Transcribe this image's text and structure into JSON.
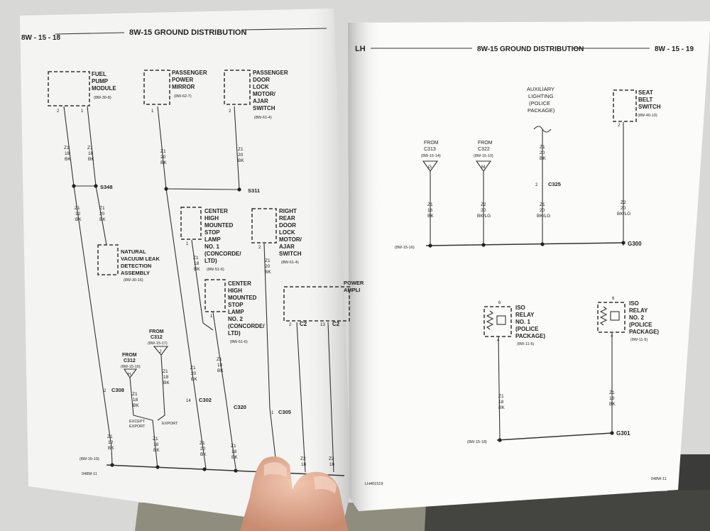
{
  "left_page": {
    "page_number": "8W - 15 - 18",
    "title": "8W-15 GROUND DISTRIBUTION",
    "footer_code": "048W-11",
    "footer_ref": "(8W-15-19)",
    "components": {
      "fuel_pump": {
        "l1": "FUEL",
        "l2": "PUMP",
        "l3": "MODULE",
        "ref": "(8W-30-8)"
      },
      "pass_mirror": {
        "l1": "PASSENGER",
        "l2": "POWER",
        "l3": "MIRROR",
        "ref": "(8W-62-7)"
      },
      "pass_door_lock": {
        "l1": "PASSENGER",
        "l2": "DOOR",
        "l3": "LOCK",
        "l4": "MOTOR/",
        "l5": "AJAR",
        "l6": "SWITCH",
        "ref": "(8W-61-4)"
      },
      "nvld": {
        "l1": "NATURAL",
        "l2": "VACUUM LEAK",
        "l3": "DETECTION",
        "l4": "ASSEMBLY",
        "ref": "(8W-30-16)"
      },
      "chmsl1": {
        "l1": "CENTER",
        "l2": "HIGH",
        "l3": "MOUNTED",
        "l4": "STOP",
        "l5": "LAMP",
        "l6": "NO. 1",
        "l7": "(CONCORDE/",
        "l8": "LTD)",
        "ref": "(8W-51-6)"
      },
      "chmsl2": {
        "l1": "CENTER",
        "l2": "HIGH",
        "l3": "MOUNTED",
        "l4": "STOP",
        "l5": "LAMP",
        "l6": "NO. 2",
        "l7": "(CONCORDE/",
        "l8": "LTD)",
        "ref": "(8W-51-6)"
      },
      "rr_door_lock": {
        "l1": "RIGHT",
        "l2": "REAR",
        "l3": "DOOR",
        "l4": "LOCK",
        "l5": "MOTOR/",
        "l6": "AJAR",
        "l7": "SWITCH",
        "ref": "(8W-61-4)"
      },
      "power_amp": {
        "l1": "POWER",
        "l2": "AMPLI"
      }
    },
    "splices": {
      "s348": "S348",
      "s311": "S311"
    },
    "connectors": {
      "c308": "C308",
      "c302": "C302",
      "c320": "C320",
      "c305": "C305",
      "c2a": "C2",
      "c2b": "C2",
      "c312": "C312"
    },
    "from_blocks": {
      "from1": {
        "label": "FROM",
        "conn": "C312",
        "ref": "(8W-15-16)",
        "pin": "H"
      },
      "from2": {
        "label": "FROM",
        "conn": "C312",
        "ref": "(8W-15-17)",
        "pin": "J"
      }
    },
    "export": {
      "except": "EXCEPT",
      "export_a": "EXPORT",
      "export_b": "EXPORT"
    },
    "wires": {
      "w_z1": "Z1",
      "w_z2": "Z2",
      "g12": "12",
      "g18": "18",
      "g20": "20",
      "g16": "16",
      "bk": "BK",
      "bklg": "BK/LG"
    },
    "pins": {
      "p2": "2",
      "p1": "1",
      "p14": "14",
      "p13": "13"
    }
  },
  "right_page": {
    "side_label": "LH",
    "title": "8W-15 GROUND DISTRIBUTION",
    "page_number": "8W - 15 - 19",
    "footer_code": "048W-11",
    "footer_ref": "LH401519",
    "components": {
      "aux_lighting": {
        "l1": "AUXILIARY",
        "l2": "LIGHTING",
        "l3": "(POLICE",
        "l4": "PACKAGE)"
      },
      "seat_belt": {
        "l1": "SEAT",
        "l2": "BELT",
        "l3": "SWITCH",
        "ref": "(8W-40-10)"
      },
      "iso_relay1": {
        "l1": "ISO",
        "l2": "RELAY",
        "l3": "NO. 1",
        "l4": "(POLICE",
        "l5": "PACKAGE)",
        "ref": "(8W-11-5)"
      },
      "iso_relay2": {
        "l1": "ISO",
        "l2": "RELAY",
        "l3": "NO. 2",
        "l4": "(POLICE",
        "l5": "PACKAGE)",
        "ref": "(8W-11-5)"
      }
    },
    "from_blocks": {
      "from1": {
        "label": "FROM",
        "conn": "C313",
        "ref": "(8W-15-14)",
        "pin": "G"
      },
      "from2": {
        "label": "FROM",
        "conn": "C322",
        "ref": "(8W-15-10)",
        "pin": "M"
      }
    },
    "connectors": {
      "c325": "C325"
    },
    "grounds": {
      "g300": "G300",
      "g301": "G301"
    },
    "refs": {
      "r1": "(8W-15-16)",
      "r2": "(8W-15-18)"
    },
    "pins": {
      "p2": "2",
      "p6": "6",
      "p4": "4"
    }
  }
}
